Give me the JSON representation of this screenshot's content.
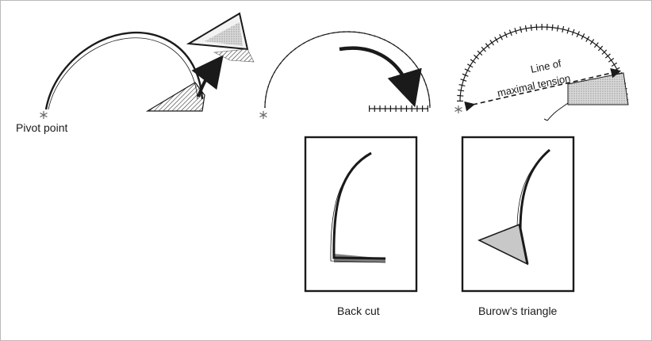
{
  "labels": {
    "pivot_point": "Pivot point",
    "line_of": "Line of",
    "maximal_tension": "maximal tension",
    "back_cut": "Back cut",
    "burows_triangle": "Burow’s triangle"
  },
  "colors": {
    "ink": "#1a1a1a",
    "hatch": "#555555",
    "shade": "#c8c8c8",
    "frame_border": "#b9b9b9"
  }
}
